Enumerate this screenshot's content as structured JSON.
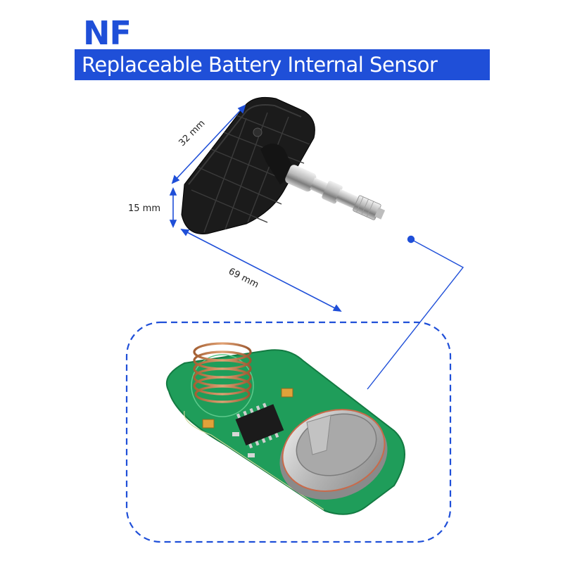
{
  "header": {
    "title": "NF",
    "subtitle": "Replaceable Battery Internal Sensor"
  },
  "dimensions": {
    "width_label": "32 mm",
    "height_label": "15 mm",
    "length_label": "69 mm"
  },
  "colors": {
    "accent": "#1f4fd8",
    "pcb_green": "#1e9a5a",
    "sensor_body": "#1a1a1a"
  }
}
